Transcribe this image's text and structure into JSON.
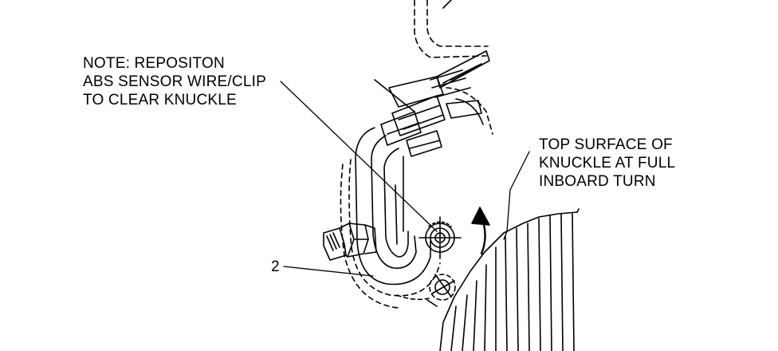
{
  "labels": {
    "note": {
      "line1": "NOTE: REPOSITON",
      "line2": "ABS SENSOR WIRE/CLIP",
      "line3": "TO CLEAR KNUCKLE"
    },
    "top_surface": {
      "line1": "TOP SURFACE OF",
      "line2": "KNUCKLE AT FULL",
      "line3": "INBOARD TURN"
    },
    "callout_number": "2"
  },
  "colors": {
    "ink": "#000000",
    "paper": "#ffffff"
  }
}
